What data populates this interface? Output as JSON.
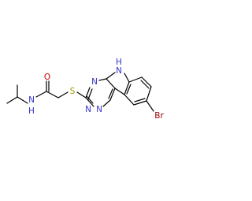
{
  "molecule": {
    "atom_labels": {
      "oxygen": "O",
      "amide_nitrogen": "N",
      "amide_hydrogen": "H",
      "sulfur": "S",
      "triazine_n4": "N",
      "triazine_n2": "N",
      "triazine_n1": "N",
      "indole_nitrogen": "N",
      "indole_hydrogen": "H",
      "bromine": "Br"
    },
    "colors": {
      "bond": "#000000",
      "nitrogen": "#3333cc",
      "oxygen": "#cc0000",
      "sulfur": "#999900",
      "bromine": "#990000"
    }
  }
}
